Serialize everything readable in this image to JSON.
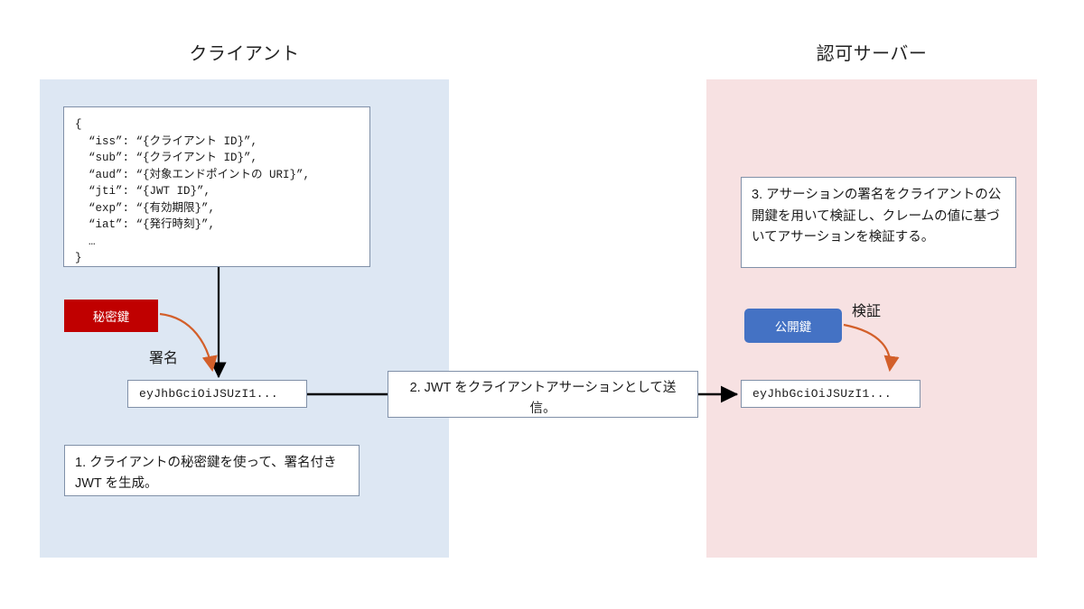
{
  "panels": {
    "client": {
      "title": "クライアント",
      "color": "#dde7f3"
    },
    "server": {
      "title": "認可サーバー",
      "color": "#f7e1e2"
    }
  },
  "json_claims": {
    "text": "{\n  “iss”: “{クライアント ID}”,\n  “sub”: “{クライアント ID}”,\n  “aud”: “{対象エンドポイントの URI}”,\n  “jti”: “{JWT ID}”,\n  “exp”: “{有効期限}”,\n  “iat”: “{発行時刻}”,\n  …\n}"
  },
  "keys": {
    "private": {
      "label": "秘密鍵",
      "color": "#c00000"
    },
    "public": {
      "label": "公開鍵",
      "color": "#4472c4"
    }
  },
  "tokens": {
    "client": "eyJhbGciOiJSUzI1...",
    "server": "eyJhbGciOiJSUzI1..."
  },
  "edge_labels": {
    "sign": "署名",
    "verify": "検証",
    "arrow_color": "#d35f2a"
  },
  "steps": {
    "step1": "1. クライアントの秘密鍵を使って、署名付き JWT を生成。",
    "step2": "2. JWT をクライアントアサーションとして送信。",
    "step3": "3. アサーションの署名をクライアントの公開鍵を用いて検証し、クレームの値に基づいてアサーションを検証する。"
  }
}
